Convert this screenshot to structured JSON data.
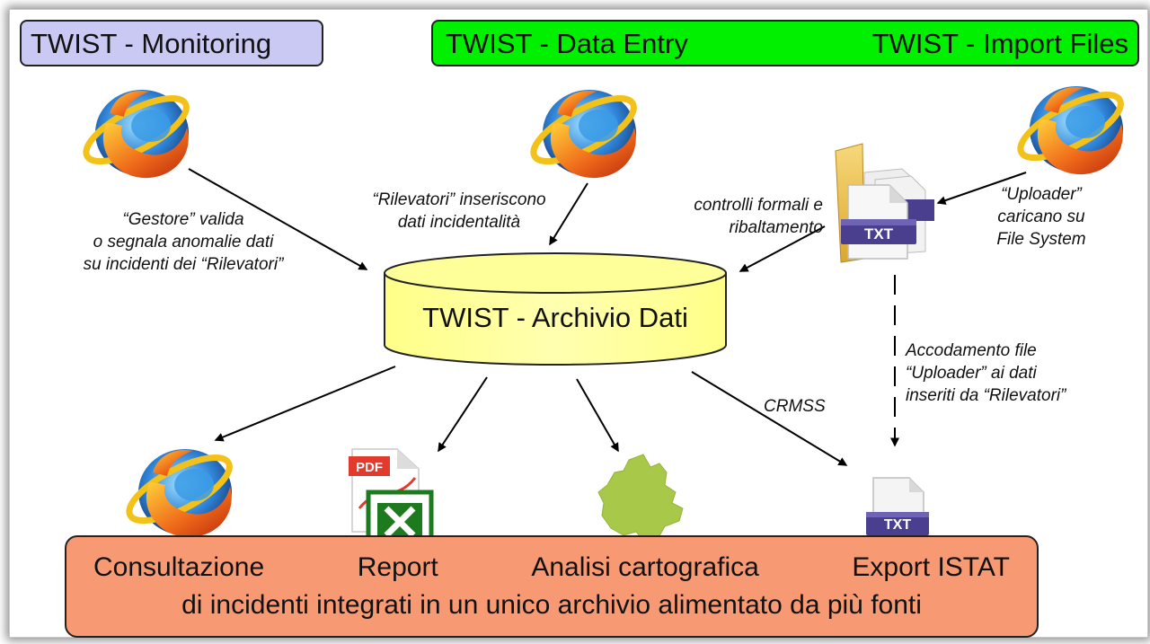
{
  "boxes": {
    "monitoring": "TWIST - Monitoring",
    "data_entry": "TWIST - Data Entry",
    "import_files": "TWIST - Import Files",
    "archive": "TWIST - Archivio Dati"
  },
  "labels": {
    "gestore": [
      "“Gestore” valida",
      "o segnala anomalie dati",
      "su incidenti dei “Rilevatori”"
    ],
    "rilevatori": [
      "“Rilevatori” inseriscono",
      "dati incidentalità"
    ],
    "controlli": [
      "controlli formali e",
      "ribaltamento"
    ],
    "uploader": [
      "“Uploader”",
      "caricano su",
      "File System"
    ],
    "accodamento": [
      "Accodamento file",
      "“Uploader” ai dati",
      "inseriti da “Rilevatori”"
    ],
    "crmss": "CRMSS"
  },
  "icons": {
    "txt_text": "TXT",
    "pdf_text": "PDF"
  },
  "bottom": {
    "items": [
      "Consultazione",
      "Report",
      "Analisi cartografica",
      "Export ISTAT"
    ],
    "caption": "di incidenti integrati in un unico archivio alimentato da più fonti"
  },
  "colors": {
    "monitoring_box": "#c9c9f3",
    "green_box": "#00f000",
    "archive_fill": "#ffff99",
    "bottom_box": "#f79a74",
    "txt_badge": "#4a3f8e",
    "map_fill": "#a8c84a"
  }
}
